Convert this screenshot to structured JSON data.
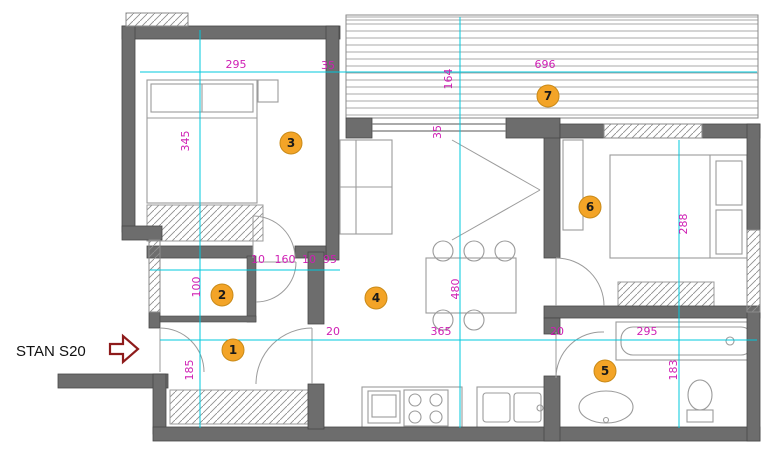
{
  "plan": {
    "apartment_label": "STAN S20",
    "rooms": [
      {
        "number": "1"
      },
      {
        "number": "2"
      },
      {
        "number": "3"
      },
      {
        "number": "4"
      },
      {
        "number": "5"
      },
      {
        "number": "6"
      },
      {
        "number": "7"
      }
    ],
    "dimensions": {
      "top_left_width": "295",
      "top_wall_thickness": "35",
      "balcony_depth": "164",
      "balcony_width": "696",
      "room3_height": "345",
      "mid_wall_thickness": "35",
      "seg_10_a": "10",
      "seg_160": "160",
      "seg_10_b": "10",
      "seg_95": "95",
      "seg_100": "100",
      "living_height": "480",
      "seg_20_a": "20",
      "kitchen_width": "365",
      "seg_20_b": "20",
      "bath_width": "295",
      "room6_height": "288",
      "bath_height": "183",
      "hall_height": "185"
    },
    "colors": {
      "wall": "#6d6d6d",
      "dimension_line": "#00c8dc",
      "dimension_text": "#cf1fb4",
      "room_marker": "#f3a427",
      "entry_arrow": "#8e1b1b"
    }
  }
}
